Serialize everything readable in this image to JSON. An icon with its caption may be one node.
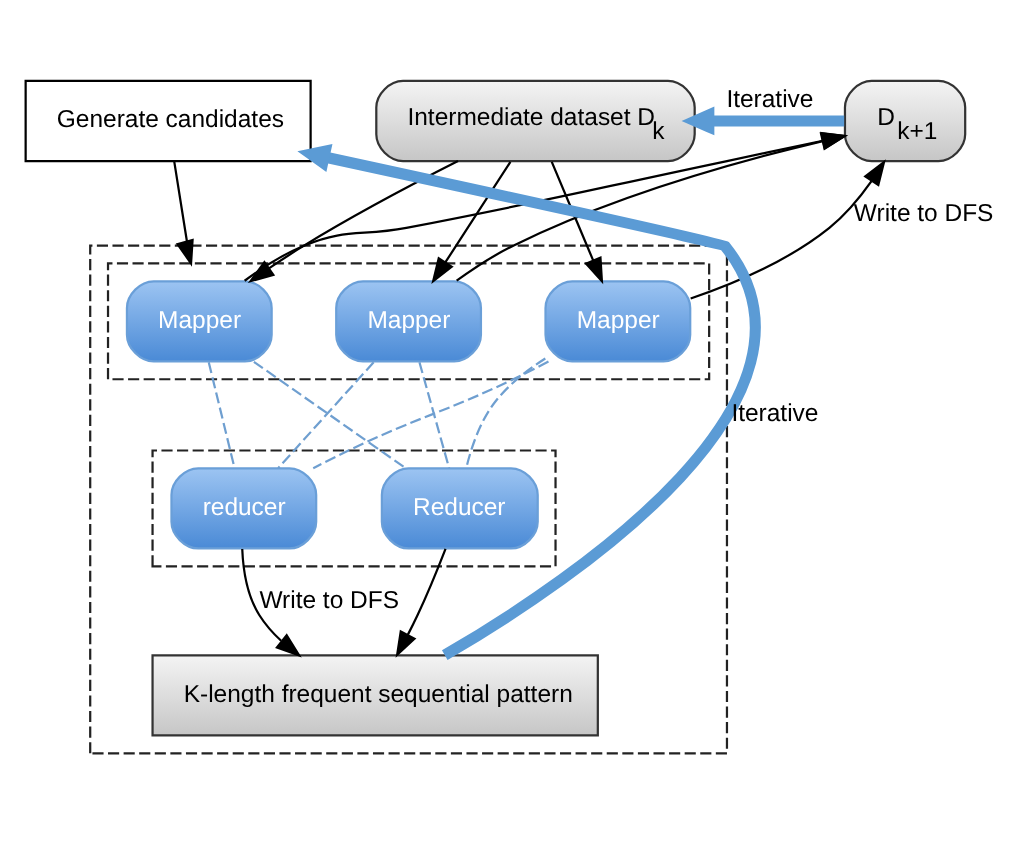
{
  "diagram": {
    "nodes": [
      {
        "text": [
          "Intermediate dataset D$_{k}$"
        ]
      },
      {
        "text": [
          "D$_{k+1}$"
        ]
      },
      {
        "text": [
          "Generate candidates"
        ]
      },
      {
        "text": [],
        "shape": "box"
      },
      {
        "text": [],
        "shape": "box",
        "in": 3
      },
      {
        "text": [
          "Mapper"
        ],
        "in": 4
      },
      {
        "text": [
          "Mapper"
        ],
        "in": 4
      },
      {
        "text": [
          "Mapper"
        ],
        "in": 4
      },
      {
        "text": [],
        "shape": "box",
        "in": 3
      },
      {
        "text": [
          "reducer"
        ],
        "in": 8
      },
      {
        "text": [
          "Reducer"
        ],
        "in": 8
      },
      {
        "text": [
          "K-length frequent sequential pattern"
        ],
        "in": 3
      }
    ],
    "edges": [
      {
        "from": 0,
        "to": 5,
        "arrow": "to"
      },
      {
        "from": 0,
        "to": 6,
        "arrow": "to"
      },
      {
        "from": 0,
        "to": 7,
        "arrow": "to"
      },
      {
        "from": 2,
        "to": 4,
        "arrow": "to"
      },
      {
        "from": 5,
        "to": 9,
        "arrow": "none",
        "style": "dashed",
        "color": "#6f9fd0"
      },
      {
        "from": 5,
        "to": 10,
        "arrow": "none",
        "style": "dashed",
        "color": "#6f9fd0"
      },
      {
        "from": 6,
        "to": 9,
        "arrow": "none",
        "style": "dashed",
        "color": "#6f9fd0"
      },
      {
        "from": 6,
        "to": 10,
        "arrow": "none",
        "style": "dashed",
        "color": "#6f9fd0"
      },
      {
        "from": 7,
        "to": 9,
        "arrow": "none",
        "style": "dashed",
        "color": "#6f9fd0"
      },
      {
        "from": 7,
        "to": 10,
        "arrow": "none",
        "style": "dashed",
        "color": "#6f9fd0"
      },
      {
        "from": 5,
        "to": 1,
        "arrow": "to"
      },
      {
        "from": 6,
        "to": 1,
        "arrow": "to"
      },
      {
        "from": 7,
        "to": 1,
        "arrow": "to",
        "label": "Write to DFS"
      },
      {
        "from": 1,
        "to": 0,
        "arrow": "to",
        "label": "Iterative",
        "style": "thick",
        "color": "#5b9bd5"
      },
      {
        "from": 9,
        "to": 11,
        "arrow": "to",
        "label": "Write to DFS"
      },
      {
        "from": 10,
        "to": 11,
        "arrow": "to"
      },
      {
        "from": 11,
        "to": 2,
        "arrow": "to",
        "label": "Iterative",
        "style": "thick",
        "color": "#5b9bd5"
      }
    ]
  }
}
